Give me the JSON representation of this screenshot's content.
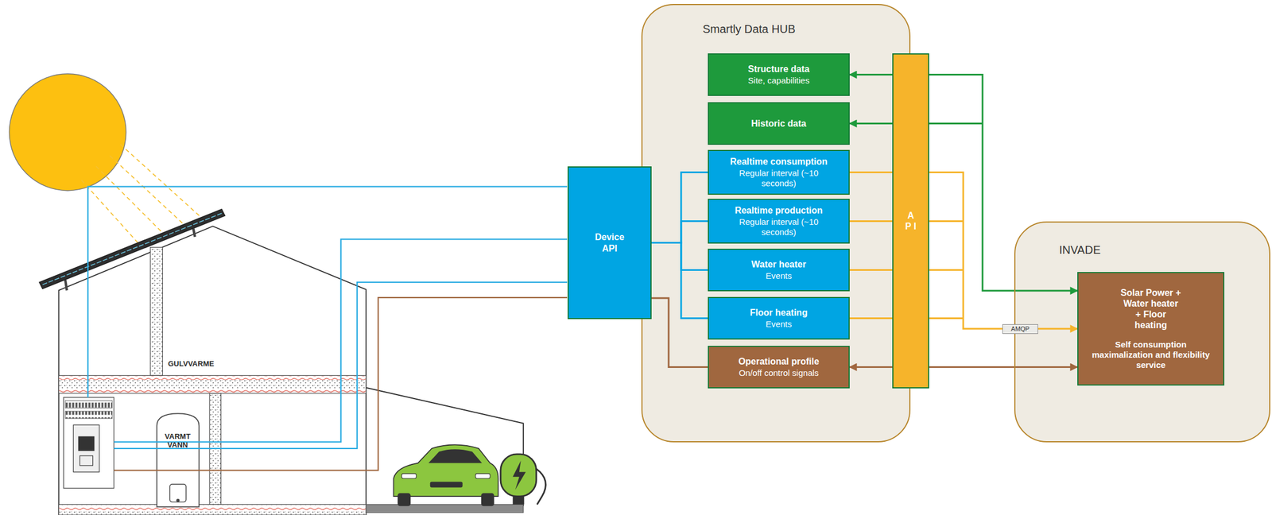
{
  "diagram": {
    "nodes": [
      {
        "text": [
          "Smartly Data HUB"
        ]
      },
      {
        "text": [
          "Structure data",
          "Site, capabilities"
        ],
        "in": 0
      },
      {
        "text": [
          "Historic data"
        ],
        "in": 0
      },
      {
        "text": [
          "Realtime consumption",
          "Regular interval (~10 seconds)"
        ],
        "in": 0
      },
      {
        "text": [
          "Realtime production",
          "Regular interval (~10 seconds)"
        ],
        "in": 0
      },
      {
        "text": [
          "Water heater",
          "Events"
        ],
        "in": 0
      },
      {
        "text": [
          "Floor heating",
          "Events"
        ],
        "in": 0
      },
      {
        "text": [
          "Operational profile",
          "On/off control signals"
        ],
        "in": 0
      },
      {
        "text": [
          "Device API"
        ]
      },
      {
        "text": [
          "A P I"
        ],
        "in": 0
      },
      {
        "text": [
          "INVADE"
        ]
      },
      {
        "text": [
          "Solar Power + Water heater + Floor heating",
          "Self consumption maximalization and flexibility service"
        ],
        "in": 10
      }
    ],
    "edges": [
      {
        "from": 8,
        "to": 3,
        "arrow": "none"
      },
      {
        "from": 8,
        "to": 4,
        "arrow": "none"
      },
      {
        "from": 8,
        "to": 5,
        "arrow": "none"
      },
      {
        "from": 8,
        "to": 6,
        "arrow": "none"
      },
      {
        "from": 7,
        "to": 8,
        "arrow": "none"
      },
      {
        "from": 9,
        "to": 1,
        "arrow": "to"
      },
      {
        "from": 9,
        "to": 2,
        "arrow": "to"
      },
      {
        "from": 9,
        "to": 11,
        "arrow": "to"
      },
      {
        "from": 3,
        "to": 9,
        "arrow": "none"
      },
      {
        "from": 4,
        "to": 9,
        "arrow": "none"
      },
      {
        "from": 5,
        "to": 9,
        "arrow": "none"
      },
      {
        "from": 6,
        "to": 9,
        "arrow": "none"
      },
      {
        "from": 9,
        "to": 11,
        "label": "AMQP",
        "arrow": "to"
      },
      {
        "from": 9,
        "to": 7,
        "arrow": "to"
      },
      {
        "from": 9,
        "to": 11,
        "arrow": "to"
      }
    ],
    "labels": [
      "GULVVARME",
      "VARMT VANN"
    ]
  }
}
